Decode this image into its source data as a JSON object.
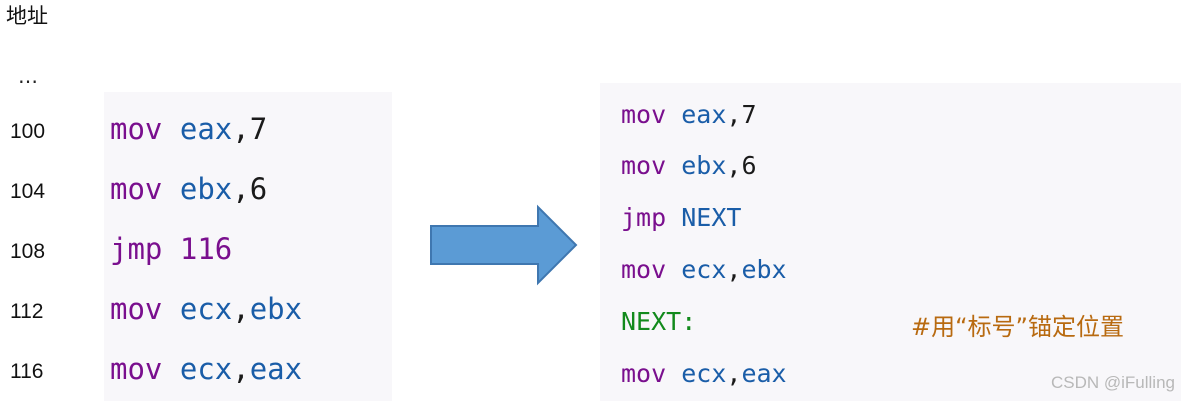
{
  "address_header": "地址",
  "ellipsis": "…",
  "addresses": [
    "100",
    "104",
    "108",
    "112",
    "116"
  ],
  "left_code": [
    {
      "op": "mov",
      "a": "eax",
      "sep": ",",
      "b": "7",
      "b_type": "num"
    },
    {
      "op": "mov",
      "a": "ebx",
      "sep": ",",
      "b": "6",
      "b_type": "num"
    },
    {
      "op": "jmp",
      "a": "116",
      "sep": "",
      "b": "",
      "a_type": "kw"
    },
    {
      "op": "mov",
      "a": "ecx",
      "sep": ",",
      "b": "ebx",
      "b_type": "reg"
    },
    {
      "op": "mov",
      "a": "ecx",
      "sep": ",",
      "b": "eax",
      "b_type": "reg"
    }
  ],
  "right_code": [
    {
      "op": "mov",
      "a": "eax",
      "sep": ",",
      "b": "7"
    },
    {
      "op": "mov",
      "a": "ebx",
      "sep": ",",
      "b": "6"
    },
    {
      "op": "jmp",
      "a": "NEXT",
      "sep": "",
      "b": ""
    },
    {
      "op": "mov",
      "a": "ecx",
      "sep": ",",
      "b": "ebx"
    },
    {
      "label": "NEXT:",
      "comment": "#用“标号”锚定位置"
    },
    {
      "op": "mov",
      "a": "ecx",
      "sep": ",",
      "b": "eax"
    }
  ],
  "watermark": "CSDN @iFulling",
  "colors": {
    "keyword": "#7a0f8e",
    "register": "#1a5da8",
    "label": "#128a1c",
    "comment": "#b86a10",
    "arrow_fill": "#5b9bd5",
    "arrow_stroke": "#3f77b0"
  }
}
